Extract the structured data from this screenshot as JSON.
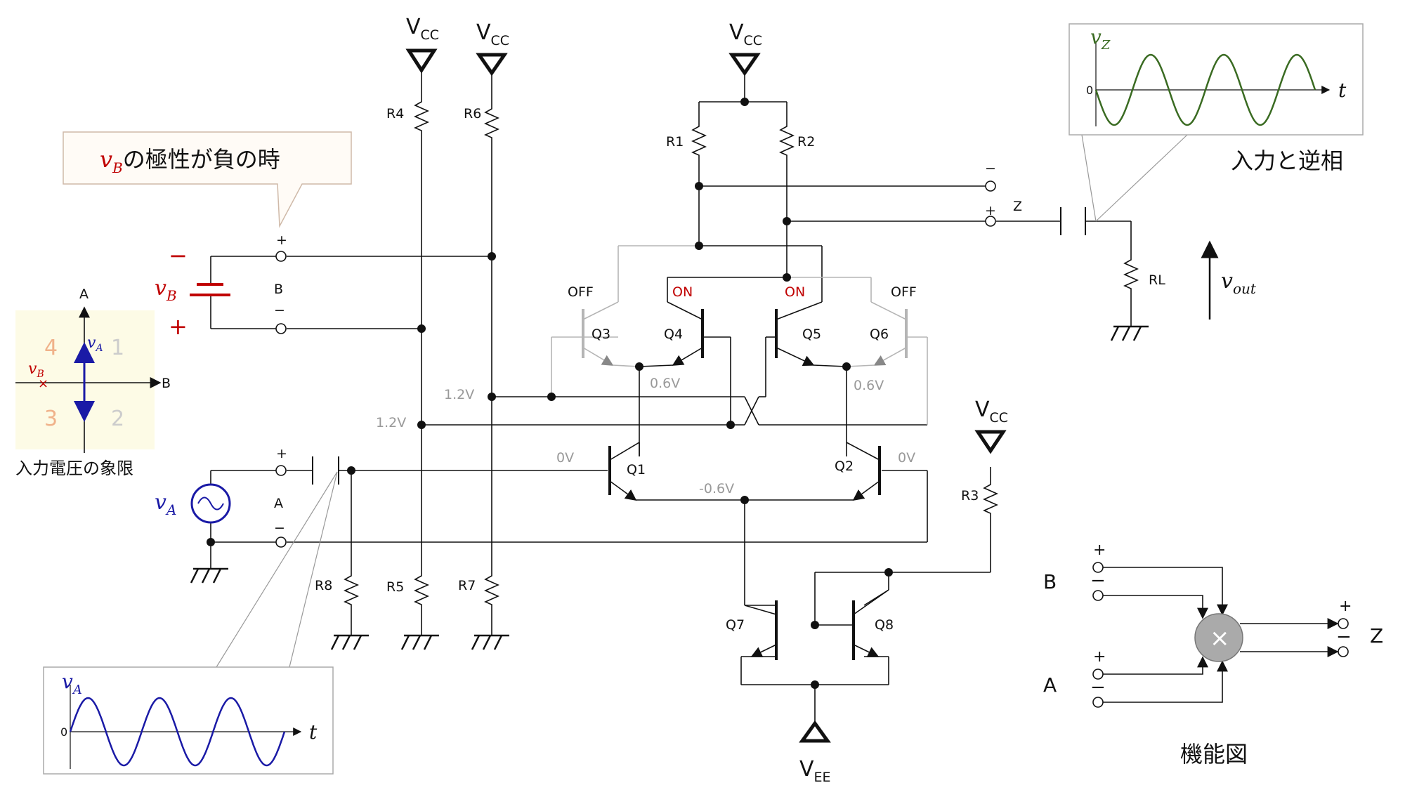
{
  "supply": {
    "vcc": "V",
    "vcc_sub": "CC",
    "vee": "V",
    "vee_sub": "EE"
  },
  "resistors": {
    "r1": "R1",
    "r2": "R2",
    "r3": "R3",
    "r4": "R4",
    "r5": "R5",
    "r6": "R6",
    "r7": "R7",
    "r8": "R8",
    "rl": "RL"
  },
  "transistors": {
    "q1": "Q1",
    "q2": "Q2",
    "q3": "Q3",
    "q4": "Q4",
    "q5": "Q5",
    "q6": "Q6",
    "q7": "Q7",
    "q8": "Q8"
  },
  "states": {
    "q3": "OFF",
    "q4": "ON",
    "q5": "ON",
    "q6": "OFF"
  },
  "voltages": {
    "v12a": "1.2V",
    "v12b": "1.2V",
    "v06a": "0.6V",
    "v06b": "0.6V",
    "v0a": "0V",
    "v0b": "0V",
    "vneg06": "-0.6V"
  },
  "terminals": {
    "a": "A",
    "b": "B",
    "z": "Z",
    "plus": "+",
    "minus": "−"
  },
  "callout_vb": {
    "var": "v",
    "sub": "B",
    "text": "の極性が負の時"
  },
  "quadrant": {
    "caption": "入力電圧の象限",
    "axis_a": "A",
    "axis_b": "B",
    "q1": "1",
    "q2": "2",
    "q3": "3",
    "q4": "4",
    "va": "v",
    "va_sub": "A",
    "vb": "v",
    "vb_sub": "B"
  },
  "sources": {
    "va": "v",
    "va_sub": "A",
    "vb": "v",
    "vb_sub": "B"
  },
  "wave_a": {
    "var": "v",
    "sub": "A",
    "zero": "0",
    "t": "t"
  },
  "wave_z": {
    "var": "v",
    "sub": "Z",
    "zero": "0",
    "t": "t",
    "caption": "入力と逆相"
  },
  "vout": {
    "var": "v",
    "sub": "out"
  },
  "func": {
    "caption": "機能図",
    "b": "B",
    "a": "A",
    "z": "Z",
    "mult": "×"
  },
  "colors": {
    "red": "#c00000",
    "blue": "#1a1aa6",
    "green": "#3a6b22",
    "gray": "#b0b0b0"
  }
}
